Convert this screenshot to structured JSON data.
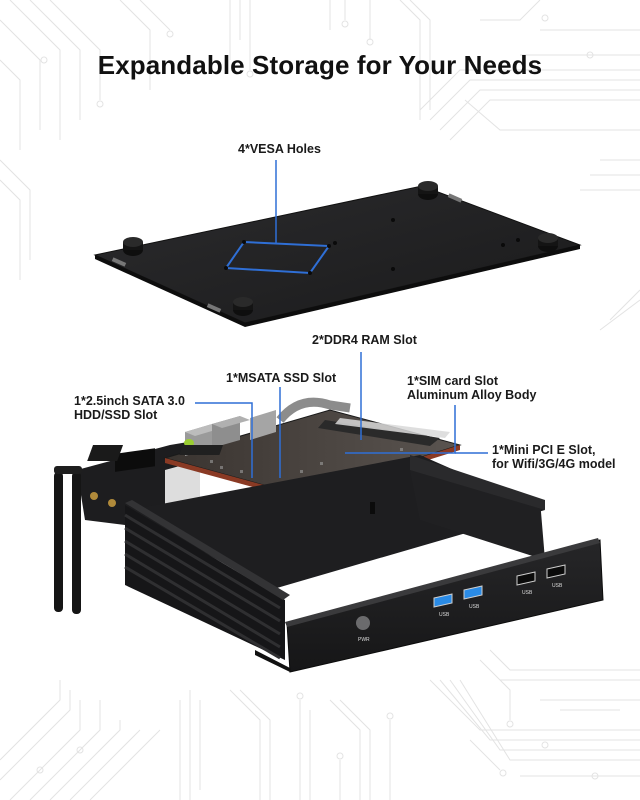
{
  "page": {
    "title": "Expandable Storage for Your Needs"
  },
  "callouts": {
    "vesa": {
      "label": "4*VESA Holes"
    },
    "ddr4": {
      "label": "2*DDR4 RAM Slot"
    },
    "msata": {
      "label": "1*MSATA SSD Slot"
    },
    "sata": {
      "line1": "1*2.5inch SATA 3.0",
      "line2": "HDD/SSD Slot"
    },
    "sim": {
      "line1": "1*SIM card Slot",
      "line2": "Aluminum Alloy Body"
    },
    "minipcie": {
      "line1": "1*Mini PCI E Slot,",
      "line2": "for Wifi/3G/4G model"
    }
  },
  "front_panel": {
    "power_button_label": "PWR",
    "ports": [
      {
        "type": "usb3",
        "label": "USB"
      },
      {
        "type": "usb3",
        "label": "USB"
      },
      {
        "type": "usb2",
        "label": "USB"
      },
      {
        "type": "usb2",
        "label": "USB"
      }
    ]
  },
  "colors": {
    "leader_line": "#2f6fd6",
    "chassis": "#1c1c1e",
    "usb3_blue": "#2a8be6",
    "circuit_bg": "#e2e2e2"
  }
}
